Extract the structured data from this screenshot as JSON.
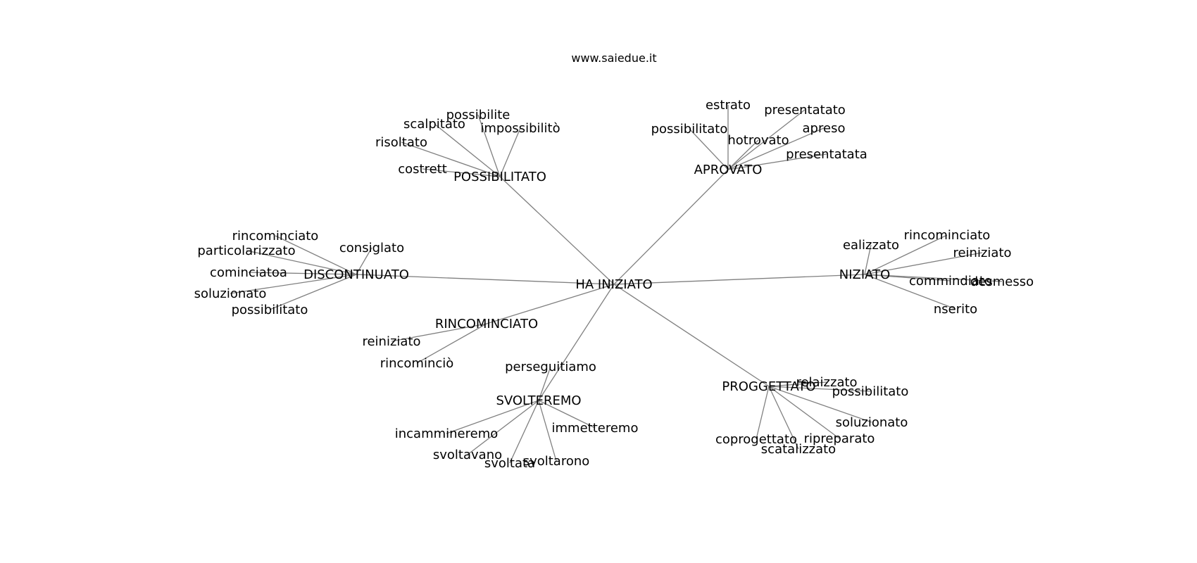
{
  "title": "www.saiedue.it",
  "root": "HA INIZIATO",
  "groups": [
    {
      "label": "POSSIBILITATO",
      "children": [
        "possibilite",
        "scalpitato",
        "impossibilitò",
        "risoltato",
        "costrett"
      ]
    },
    {
      "label": "APROVATO",
      "children": [
        "estrato",
        "presentatato",
        "possibilitato",
        "apreso",
        "hotrovato",
        "presentatata"
      ]
    },
    {
      "label": "DISCONTINUATO",
      "children": [
        "rincominciato",
        "particolarizzato",
        "consiglato",
        "cominciatoa",
        "soluzionato",
        "possibilitato"
      ]
    },
    {
      "label": "NIZIATO",
      "children": [
        "ealizzato",
        "rincominciato",
        "reiniziato",
        "commindiato",
        "desmesso",
        "nserito"
      ]
    },
    {
      "label": "RINCOMINCIATO",
      "children": [
        "reiniziato",
        "rincominciò"
      ]
    },
    {
      "label": "SVOLTEREMO",
      "children": [
        "perseguitiamo",
        "incammineremo",
        "immetteremo",
        "svoltavano",
        "svoltata",
        "svoltarono"
      ]
    },
    {
      "label": "PROGGETTATO",
      "children": [
        "relaizzato",
        "possibilitato",
        "soluzionato",
        "coprogettato",
        "ripreparato",
        "scatalizzato"
      ]
    }
  ]
}
